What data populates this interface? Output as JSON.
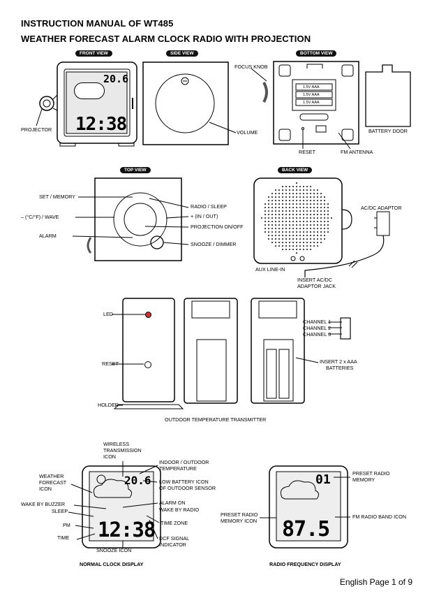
{
  "header": {
    "line1": "INSTRUCTION MANUAL OF WT485",
    "line2": "WEATHER FORECAST ALARM CLOCK RADIO WITH PROJECTION"
  },
  "views": {
    "front": "FRONT VIEW",
    "side": "SIDE VIEW",
    "bottom": "BOTTOM VIEW",
    "top": "TOP VIEW",
    "back": "BACK VIEW"
  },
  "front_labels": {
    "projector": "PROJECTOR",
    "volume": "VOLUME",
    "focus_knob": "FOCUS KNOB",
    "reset": "RESET",
    "fm_antenna": "FM ANTENNA",
    "battery_door": "BATTERY DOOR",
    "battery": "1.5V AAA"
  },
  "top_labels": {
    "set_memory": "SET / MEMORY",
    "unit_wave": "– (°C/°F) / WAVE",
    "alarm": "ALARM",
    "radio_sleep": "RADIO / SLEEP",
    "in_out": "+ (IN / OUT)",
    "projection": "PROJECTION ON/OFF",
    "snooze": "SNOOZE / DIMMER"
  },
  "back_labels": {
    "adaptor": "AC/DC ADAPTOR",
    "aux": "AUX LINE-IN",
    "insert_line1": "INSERT AC/DC",
    "insert_line2": "ADAPTOR JACK"
  },
  "transmitter": {
    "led": "LED",
    "reset": "RESET",
    "holder": "HOLDER",
    "ch1": "CHANNEL 1",
    "ch2": "CHANNEL 2",
    "ch3": "CHANNEL 3",
    "insert_line1": "INSERT 2 x AAA",
    "insert_line2": "BATTERIES",
    "caption": "OUTDOOR TEMPERATURE TRANSMITTER"
  },
  "clock_display": {
    "wireless_1": "WIRELESS",
    "wireless_2": "TRANSMISSION",
    "wireless_3": "ICON",
    "indoor_1": "INDOOR / OUTDOOR",
    "indoor_2": "TEMPERATURE",
    "weather_1": "WEATHER",
    "weather_2": "FORECAST",
    "weather_3": "ICON",
    "lowbat_1": "LOW BATTERY ICON",
    "lowbat_2": "OF OUTDOOR SENSOR",
    "alarm_on": "ALARM ON",
    "wake_radio": "WAKE BY RADIO",
    "wake_buzzer": "WAKE BY BUZZER",
    "sleep": "SLEEP",
    "time_zone": "TIME ZONE",
    "pm": "PM",
    "time": "TIME",
    "dcf_1": "DCF SIGNAL",
    "dcf_2": "INDICATOR",
    "snooze_icon": "SNOOZE ICON",
    "caption": "NORMAL CLOCK DISPLAY",
    "lcd_temp": "20.6",
    "lcd_time": "12:38"
  },
  "radio_display": {
    "preset_1": "PRESET RADIO",
    "preset_2": "MEMORY",
    "preset_icon_1": "PRESET RADIO",
    "preset_icon_2": "MEMORY ICON",
    "fm_icon": "FM RADIO BAND ICON",
    "caption": "RADIO FREQUENCY DISPLAY",
    "lcd_preset": "01",
    "lcd_freq": "87.5"
  },
  "footer": "English Page 1 of 9"
}
